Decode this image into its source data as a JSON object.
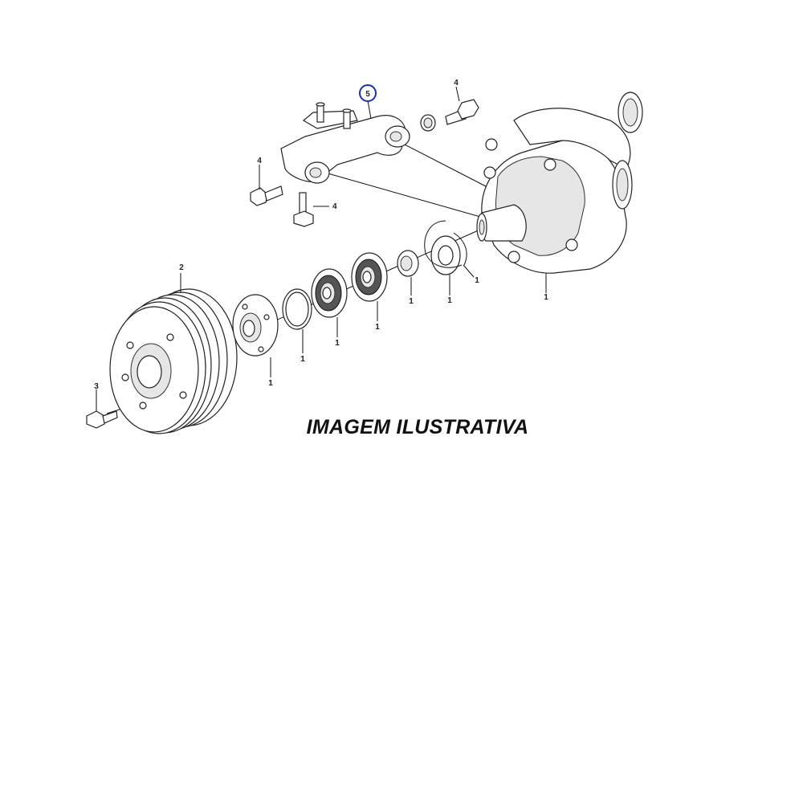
{
  "caption": "IMAGEM ILUSTRATIVA",
  "highlight_color": "#1a2fb0",
  "callouts": {
    "c5": "5",
    "c4_top": "4",
    "c4_left": "4",
    "c4_bottom": "4",
    "c2": "2",
    "c3": "3",
    "c1_pump": "1",
    "c1_clip": "1",
    "c1_ring": "1",
    "c1_race": "1",
    "c1_bearing_a": "1",
    "c1_bearing_b": "1",
    "c1_snapring": "1",
    "c1_hub": "1"
  }
}
